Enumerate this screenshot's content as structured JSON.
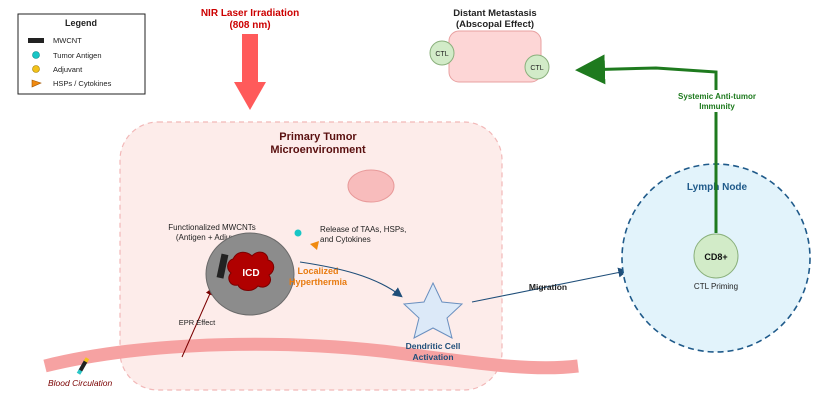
{
  "legend": {
    "title": "Legend",
    "items": [
      {
        "icon": "mwcnt-rod-icon",
        "label": "MWCNT"
      },
      {
        "icon": "tumor-antigen-dot-icon",
        "label": "Tumor Antigen"
      },
      {
        "icon": "adjuvant-dot-icon",
        "label": "Adjuvant"
      },
      {
        "icon": "hsp-cytokine-triangle-icon",
        "label": "HSPs / Cytokines"
      }
    ]
  },
  "laser": {
    "line1": "NIR Laser Irradiation",
    "line2": "(808 nm)"
  },
  "metastasis": {
    "line1": "Distant Metastasis",
    "line2": "(Abscopal Effect)",
    "ctl_a": "CTL",
    "ctl_b": "CTL"
  },
  "tumor": {
    "line1": "Primary Tumor",
    "line2": "Microenvironment"
  },
  "mwcnt": {
    "line1": "Functionalized MWCNTs",
    "line2": "(Antigen + Adjuvant)",
    "icd": "ICD"
  },
  "release": {
    "line1": "Release of TAAs, HSPs,",
    "line2": "and Cytokines"
  },
  "hyperthermia": {
    "line1": "Localized",
    "line2": "Hyperthermia"
  },
  "dc": {
    "line1": "Dendritic Cell",
    "line2": "Activation"
  },
  "epr": "EPR Effect",
  "blood": "Blood Circulation",
  "migration": "Migration",
  "lymph": {
    "title": "Lymph Node",
    "cd8": "CD8+",
    "priming": "CTL Priming"
  },
  "immunity": {
    "line1": "Systemic Anti-tumor",
    "line2": "Immunity"
  },
  "colors": {
    "laser_red": "#ff5a5a",
    "laser_text": "#cc0000",
    "tumor_fill": "#fdecea",
    "tumor_border": "#f2b8b8",
    "lymph_fill": "#e2f3fb",
    "lymph_border": "#1f5a8a",
    "green": "#1e7a1e",
    "dark_red": "#7a0000",
    "orange": "#e87b10",
    "navy": "#1f4e79"
  }
}
